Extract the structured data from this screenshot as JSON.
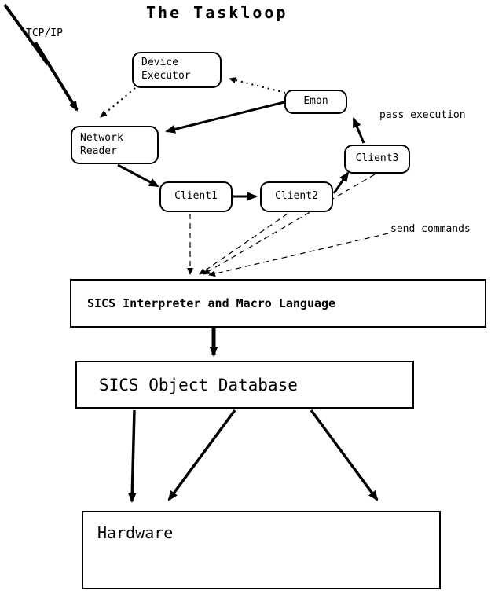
{
  "title": "The Taskloop",
  "labels": {
    "tcpip": "TCP/IP",
    "pass_execution": "pass execution",
    "send_commands": "send commands"
  },
  "nodes": {
    "device_executor": {
      "line1": "Device",
      "line2": "Executor"
    },
    "network_reader": {
      "line1": "Network",
      "line2": "Reader"
    },
    "emon": {
      "label": "Emon"
    },
    "client1": {
      "label": "Client1"
    },
    "client2": {
      "label": "Client2"
    },
    "client3": {
      "label": "Client3"
    }
  },
  "boxes": {
    "interpreter": {
      "label": "SICS Interpreter and Macro Language"
    },
    "database": {
      "label": "SICS Object Database"
    },
    "hardware": {
      "label": "Hardware"
    }
  }
}
